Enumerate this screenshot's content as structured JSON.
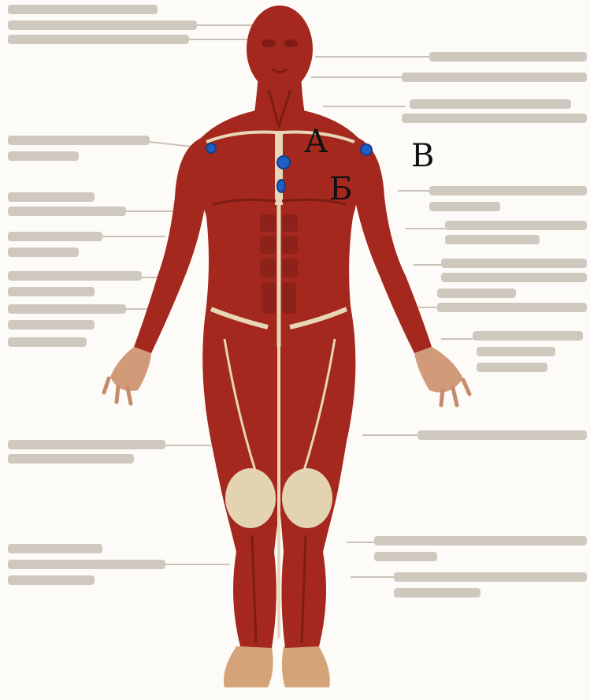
{
  "markers": {
    "a": "А",
    "b": "Б",
    "v": "В"
  },
  "colors": {
    "muscle": "#a4281d",
    "muscle_dark": "#7e1c14",
    "tendon": "#e9d6b6",
    "marker": "#1f5fc4",
    "leader_line": "#c9c2b8",
    "callout_text": "#cfc8bf"
  }
}
